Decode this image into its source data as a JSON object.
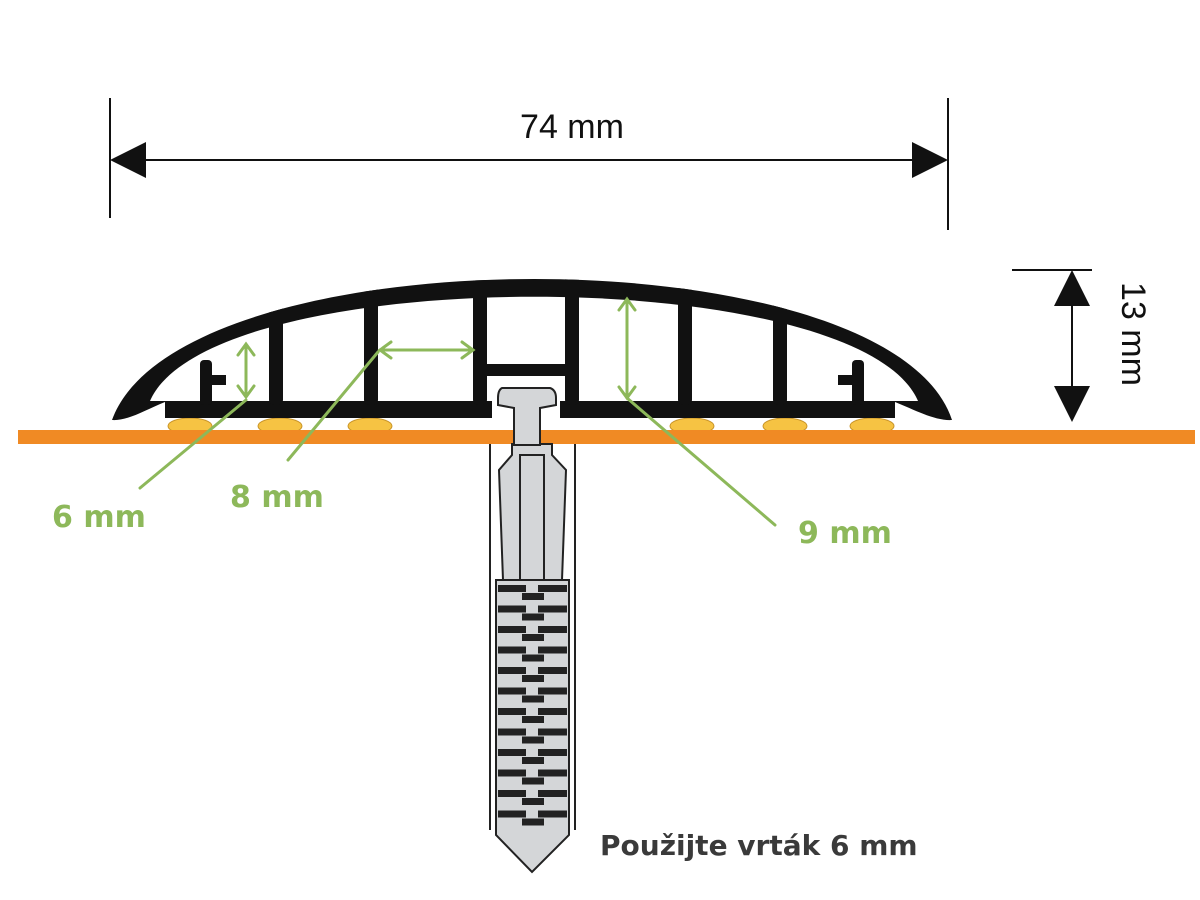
{
  "labels": {
    "width": "74 mm",
    "height": "13 mm",
    "gap_left": "6 mm",
    "gap_middle": "8 mm",
    "gap_right": "9 mm",
    "drill_note": "Použijte vrták  6 mm"
  },
  "colors": {
    "floor": "#f08a24",
    "annotation": "#8db85a",
    "profile": "#111111",
    "glue": "#f6c343",
    "anchor": "#d4d6d8"
  }
}
